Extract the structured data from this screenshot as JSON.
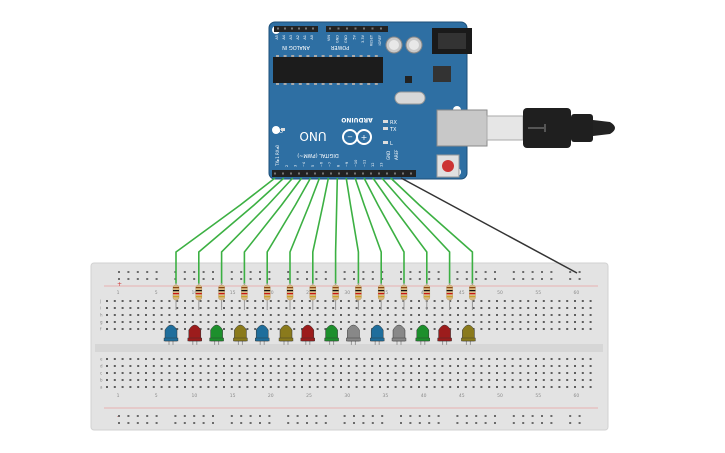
{
  "board": {
    "brand": "ARDUINO",
    "model": "UNO",
    "header_analog": "ANALOG IN",
    "header_power": "POWER",
    "header_digital": "DIGITAL (PWM~)",
    "label_aref": "AREF",
    "label_gnd": "GND",
    "label_tx": "TX",
    "label_rx": "RX",
    "label_l": "L",
    "label_on": "ON",
    "label_txrx": "TX▸1 RX◂0",
    "analog_pins": [
      "A5",
      "A4",
      "A3",
      "A2",
      "A1",
      "A0"
    ],
    "power_pins": [
      "VIN",
      "GND",
      "GND",
      "5V",
      "3.3V",
      "RESET",
      "IOREF"
    ],
    "digital_pins": [
      "2",
      "3",
      "~4",
      "5",
      "~6",
      "~7",
      "8",
      "~9",
      "~10",
      "~11",
      "12",
      "13"
    ],
    "color": "#2e6fa3"
  },
  "breadboard": {
    "column_numbers": [
      "1",
      "5",
      "10",
      "15",
      "20",
      "25",
      "30",
      "35",
      "40",
      "45",
      "50",
      "55",
      "60"
    ],
    "row_letters_top": [
      "j",
      "i",
      "h",
      "g",
      "f"
    ],
    "row_letters_bottom": [
      "e",
      "d",
      "c",
      "b",
      "a"
    ],
    "rail_plus": "+",
    "rail_minus": "-"
  },
  "leds": [
    "#1f6e9c",
    "#9c1c1c",
    "#1d8f2c",
    "#8a7a1c",
    "#1f6e9c",
    "#8a7a1c",
    "#9c1c1c",
    "#1d8f2c",
    "#888888",
    "#1f6e9c",
    "#888888",
    "#1d8f2c",
    "#9c1c1c",
    "#8a7a1c"
  ],
  "colors": {
    "wire_signal": "#3cb043",
    "wire_ground": "#333333",
    "usb_cable": "#222222"
  }
}
